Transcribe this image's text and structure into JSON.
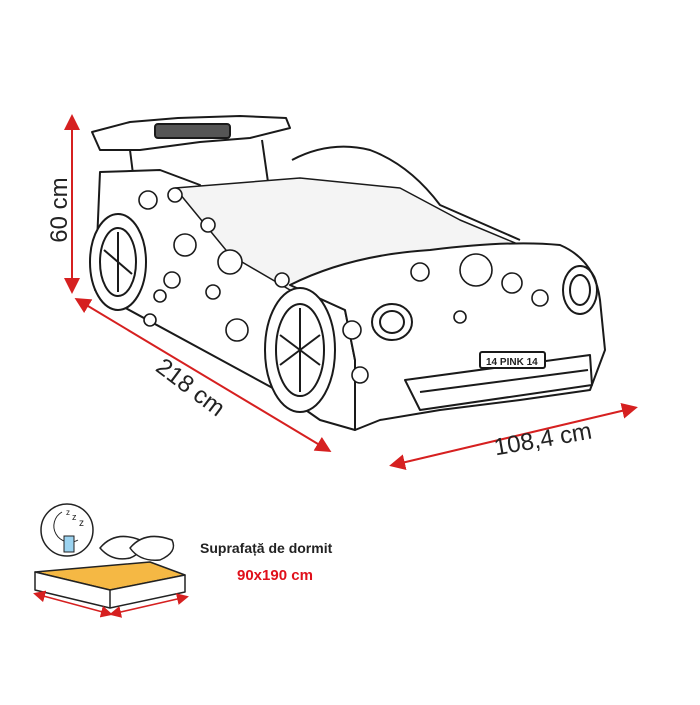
{
  "dimensions": {
    "height": "60 cm",
    "length": "218 cm",
    "width": "108,4 cm"
  },
  "plate": "14 PINK 14",
  "sleeping_surface": {
    "label": "Suprafață de dormit",
    "size": "90x190 cm"
  },
  "colors": {
    "dimension_arrow": "#d62020",
    "size_text": "#e0101b",
    "mattress": "#f5b844",
    "line": "#1a1a1a"
  },
  "icons": [
    "moon-sleep-icon",
    "bed-icon"
  ]
}
